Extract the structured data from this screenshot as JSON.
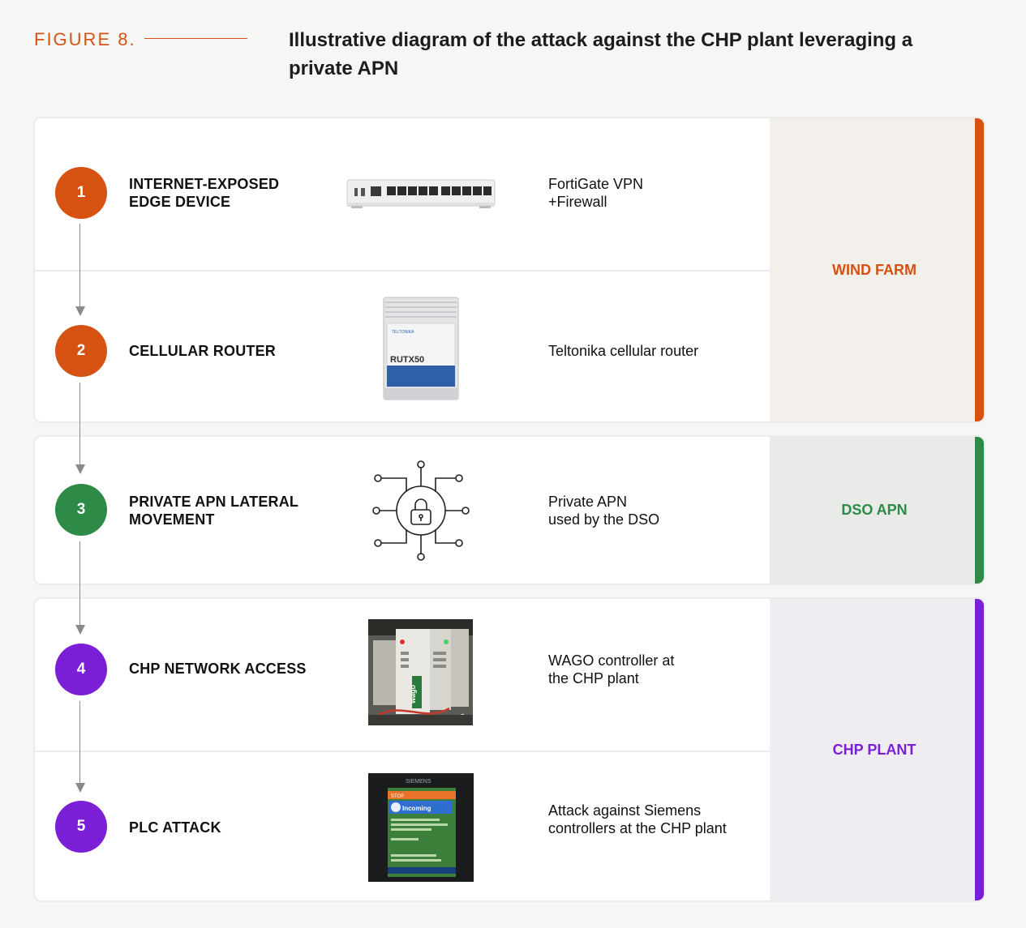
{
  "header": {
    "figure_label": "FIGURE 8.",
    "title": "Illustrative diagram of the attack against the CHP plant leveraging a private APN"
  },
  "colors": {
    "orange": "#d55212",
    "green": "#2e8b47",
    "purple": "#7b1fd6"
  },
  "zones": [
    {
      "label": "WIND FARM",
      "color": "#d55212"
    },
    {
      "label": "DSO APN",
      "color": "#2e8b47"
    },
    {
      "label": "CHP PLANT",
      "color": "#7b1fd6"
    }
  ],
  "steps": [
    {
      "number": "1",
      "title": "INTERNET-EXPOSED\nEDGE DEVICE",
      "description": "FortiGate VPN\n+Firewall",
      "image": "firewall-appliance-icon"
    },
    {
      "number": "2",
      "title": "CELLULAR ROUTER",
      "description": "Teltonika cellular router",
      "image": "cellular-router-icon",
      "device_model": "RUTX50",
      "device_brand": "TELTONIKA"
    },
    {
      "number": "3",
      "title": "PRIVATE APN LATERAL\nMOVEMENT",
      "description": "Private APN\nused by the DSO",
      "image": "network-lock-icon"
    },
    {
      "number": "4",
      "title": "CHP NETWORK ACCESS",
      "description": "WAGO controller at\nthe CHP plant",
      "image": "wago-controller-photo",
      "device_brand": "wago"
    },
    {
      "number": "5",
      "title": "PLC ATTACK",
      "description": "Attack against Siemens\ncontrollers at the CHP plant",
      "image": "siemens-plc-screen-photo",
      "device_brand": "SIEMENS",
      "screen_status": "STOP",
      "screen_heading": "Incoming"
    }
  ]
}
